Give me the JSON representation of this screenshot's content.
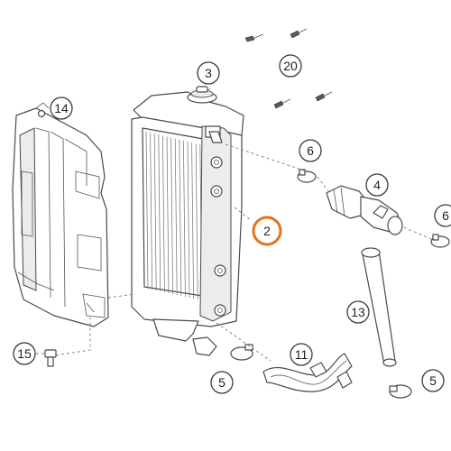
{
  "diagram": {
    "highlight_color": "#e2731c",
    "callouts": [
      {
        "id": "c20",
        "label": "20",
        "highlighted": false
      },
      {
        "id": "c3",
        "label": "3",
        "highlighted": false
      },
      {
        "id": "c14",
        "label": "14",
        "highlighted": false
      },
      {
        "id": "c6a",
        "label": "6",
        "highlighted": false
      },
      {
        "id": "c4",
        "label": "4",
        "highlighted": false
      },
      {
        "id": "c6b",
        "label": "6",
        "highlighted": false
      },
      {
        "id": "c2",
        "label": "2",
        "highlighted": true
      },
      {
        "id": "c13",
        "label": "13",
        "highlighted": false
      },
      {
        "id": "c15",
        "label": "15",
        "highlighted": false
      },
      {
        "id": "c11",
        "label": "11",
        "highlighted": false
      },
      {
        "id": "c5a",
        "label": "5",
        "highlighted": false
      },
      {
        "id": "c5b",
        "label": "5",
        "highlighted": false
      }
    ],
    "parts": [
      {
        "name": "radiator",
        "icon": "radiator-icon"
      },
      {
        "name": "radiator-cap",
        "icon": "cap-icon"
      },
      {
        "name": "radiator-guard",
        "icon": "guard-icon"
      },
      {
        "name": "thermostat-housing",
        "icon": "thermostat-icon"
      },
      {
        "name": "hose-clamp",
        "icon": "clamp-icon"
      },
      {
        "name": "coolant-hose-straight",
        "icon": "hose-icon"
      },
      {
        "name": "coolant-hose-curved",
        "icon": "hose-icon"
      },
      {
        "name": "screw",
        "icon": "screw-icon"
      }
    ]
  }
}
